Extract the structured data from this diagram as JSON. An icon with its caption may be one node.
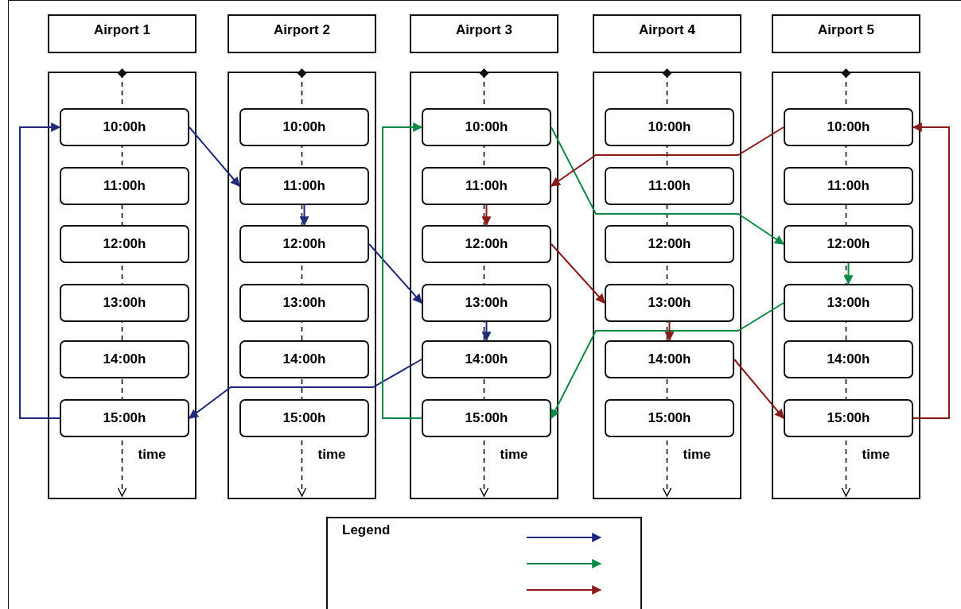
{
  "diagram": {
    "nodes": [
      {
        "text": [
          "Airport 1"
        ]
      },
      {
        "text": [
          "Airport 2"
        ]
      },
      {
        "text": [
          "Airport 3"
        ]
      },
      {
        "text": [
          "Airport 4"
        ]
      },
      {
        "text": [
          "Airport 5"
        ]
      },
      {
        "text": [],
        "shape": "box"
      },
      {
        "text": [
          "10:00h"
        ],
        "in": 5
      },
      {
        "text": [
          "11:00h"
        ],
        "in": 5
      },
      {
        "text": [
          "12:00h"
        ],
        "in": 5
      },
      {
        "text": [
          "13:00h"
        ],
        "in": 5
      },
      {
        "text": [
          "14:00h"
        ],
        "in": 5
      },
      {
        "text": [
          "15:00h"
        ],
        "in": 5
      },
      {
        "text": [],
        "shape": "box"
      },
      {
        "text": [
          "10:00h"
        ],
        "in": 12
      },
      {
        "text": [
          "11:00h"
        ],
        "in": 12
      },
      {
        "text": [
          "12:00h"
        ],
        "in": 12
      },
      {
        "text": [
          "13:00h"
        ],
        "in": 12
      },
      {
        "text": [
          "14:00h"
        ],
        "in": 12
      },
      {
        "text": [
          "15:00h"
        ],
        "in": 12
      },
      {
        "text": [],
        "shape": "box"
      },
      {
        "text": [
          "10:00h"
        ],
        "in": 19
      },
      {
        "text": [
          "11:00h"
        ],
        "in": 19
      },
      {
        "text": [
          "12:00h"
        ],
        "in": 19
      },
      {
        "text": [
          "13:00h"
        ],
        "in": 19
      },
      {
        "text": [
          "14:00h"
        ],
        "in": 19
      },
      {
        "text": [
          "15:00h"
        ],
        "in": 19
      },
      {
        "text": [],
        "shape": "box"
      },
      {
        "text": [
          "10:00h"
        ],
        "in": 26
      },
      {
        "text": [
          "11:00h"
        ],
        "in": 26
      },
      {
        "text": [
          "12:00h"
        ],
        "in": 26
      },
      {
        "text": [
          "13:00h"
        ],
        "in": 26
      },
      {
        "text": [
          "14:00h"
        ],
        "in": 26
      },
      {
        "text": [
          "15:00h"
        ],
        "in": 26
      },
      {
        "text": [],
        "shape": "box"
      },
      {
        "text": [
          "10:00h"
        ],
        "in": 33
      },
      {
        "text": [
          "11:00h"
        ],
        "in": 33
      },
      {
        "text": [
          "12:00h"
        ],
        "in": 33
      },
      {
        "text": [
          "13:00h"
        ],
        "in": 33
      },
      {
        "text": [
          "14:00h"
        ],
        "in": 33
      },
      {
        "text": [
          "15:00h"
        ],
        "in": 33
      }
    ],
    "edges": [
      {
        "from": 6,
        "to": 14,
        "arrow": "to",
        "color": "#1f2a7a"
      },
      {
        "from": 14,
        "to": 15,
        "arrow": "to",
        "color": "#1f2a7a"
      },
      {
        "from": 15,
        "to": 23,
        "arrow": "to",
        "color": "#1f2a7a"
      },
      {
        "from": 23,
        "to": 24,
        "arrow": "to",
        "color": "#1f2a7a"
      },
      {
        "from": 24,
        "to": 11,
        "arrow": "to",
        "color": "#1f2a7a"
      },
      {
        "from": 11,
        "to": 6,
        "arrow": "to",
        "color": "#1f2a7a"
      },
      {
        "from": 20,
        "to": 36,
        "arrow": "to",
        "color": "#0a8a45"
      },
      {
        "from": 36,
        "to": 37,
        "arrow": "to",
        "color": "#0a8a45"
      },
      {
        "from": 37,
        "to": 25,
        "arrow": "to",
        "color": "#0a8a45"
      },
      {
        "from": 25,
        "to": 20,
        "arrow": "to",
        "color": "#0a8a45"
      },
      {
        "from": 34,
        "to": 21,
        "arrow": "to",
        "color": "#8b1a1a"
      },
      {
        "from": 21,
        "to": 22,
        "arrow": "to",
        "color": "#8b1a1a"
      },
      {
        "from": 22,
        "to": 30,
        "arrow": "to",
        "color": "#8b1a1a"
      },
      {
        "from": 30,
        "to": 31,
        "arrow": "to",
        "color": "#8b1a1a"
      },
      {
        "from": 31,
        "to": 39,
        "arrow": "to",
        "color": "#8b1a1a"
      },
      {
        "from": 39,
        "to": 34,
        "arrow": "to",
        "color": "#8b1a1a"
      }
    ],
    "labels": [
      "time",
      "time",
      "time",
      "time",
      "time",
      "Legend"
    ]
  }
}
